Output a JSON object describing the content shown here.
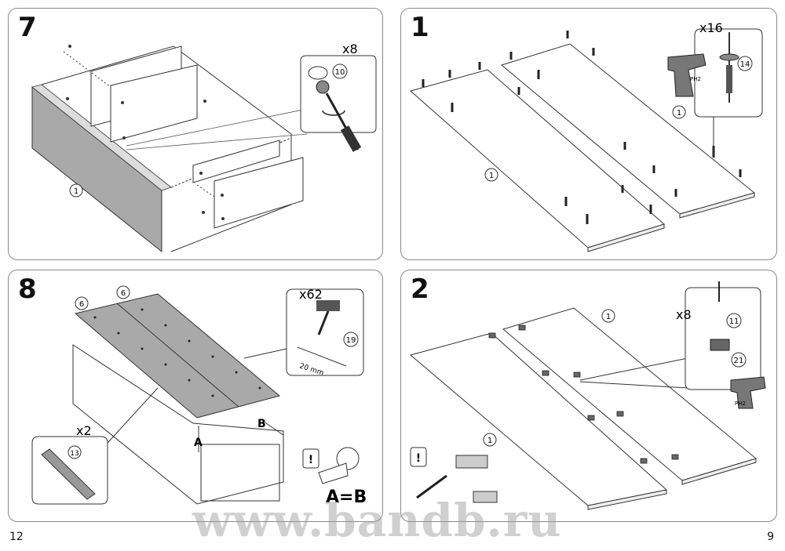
{
  "pages": {
    "left": "12",
    "right": "9"
  },
  "steps": {
    "s7": {
      "num": "7",
      "count": "x8",
      "part_panel": "1",
      "part_screw": "10"
    },
    "s1": {
      "num": "1",
      "count": "x16",
      "part_a": "1",
      "part_b": "1",
      "part_dowel": "14",
      "bit": "PH2"
    },
    "s8": {
      "num": "8",
      "count": "x62",
      "part_nail": "19",
      "dim": "20 mm",
      "part_a": "6",
      "part_b": "6",
      "count2": "x2",
      "part_rail": "13",
      "mark_a": "A",
      "mark_b": "B",
      "rule": "A=B"
    },
    "s2": {
      "num": "2",
      "count": "x8",
      "part_a": "1",
      "part_b": "1",
      "part_screw": "11",
      "part_hinge": "21",
      "bit": "PH2"
    }
  },
  "watermark": "www.bandb.ru"
}
